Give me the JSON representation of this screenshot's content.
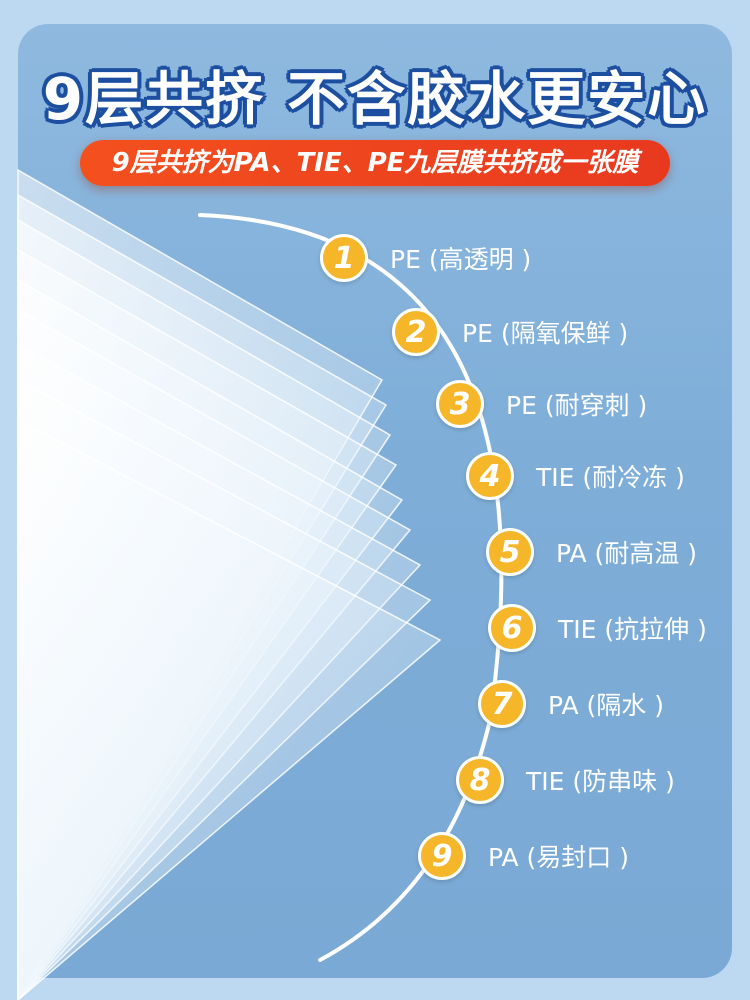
{
  "headline": "9层共挤  不含胶水更安心",
  "subtitle": "9层共挤为PA、TIE、PE九层膜共挤成一张膜",
  "layers": [
    {
      "number": "1",
      "label": "PE (高透明 )"
    },
    {
      "number": "2",
      "label": "PE (隔氧保鲜 )"
    },
    {
      "number": "3",
      "label": "PE (耐穿刺 )"
    },
    {
      "number": "4",
      "label": "TIE (耐冷冻 )"
    },
    {
      "number": "5",
      "label": "PA (耐高温 )"
    },
    {
      "number": "6",
      "label": "TIE (抗拉伸 )"
    },
    {
      "number": "7",
      "label": "PA (隔水 )"
    },
    {
      "number": "8",
      "label": "TIE (防串味 )"
    },
    {
      "number": "9",
      "label": "PA (易封口 )"
    }
  ],
  "colors": {
    "background": "#bcd9f1",
    "panel": "#7eaed8",
    "headline_outline": "#1d4fa0",
    "pill": "#e8391f",
    "number_badge": "#f6b62a"
  }
}
